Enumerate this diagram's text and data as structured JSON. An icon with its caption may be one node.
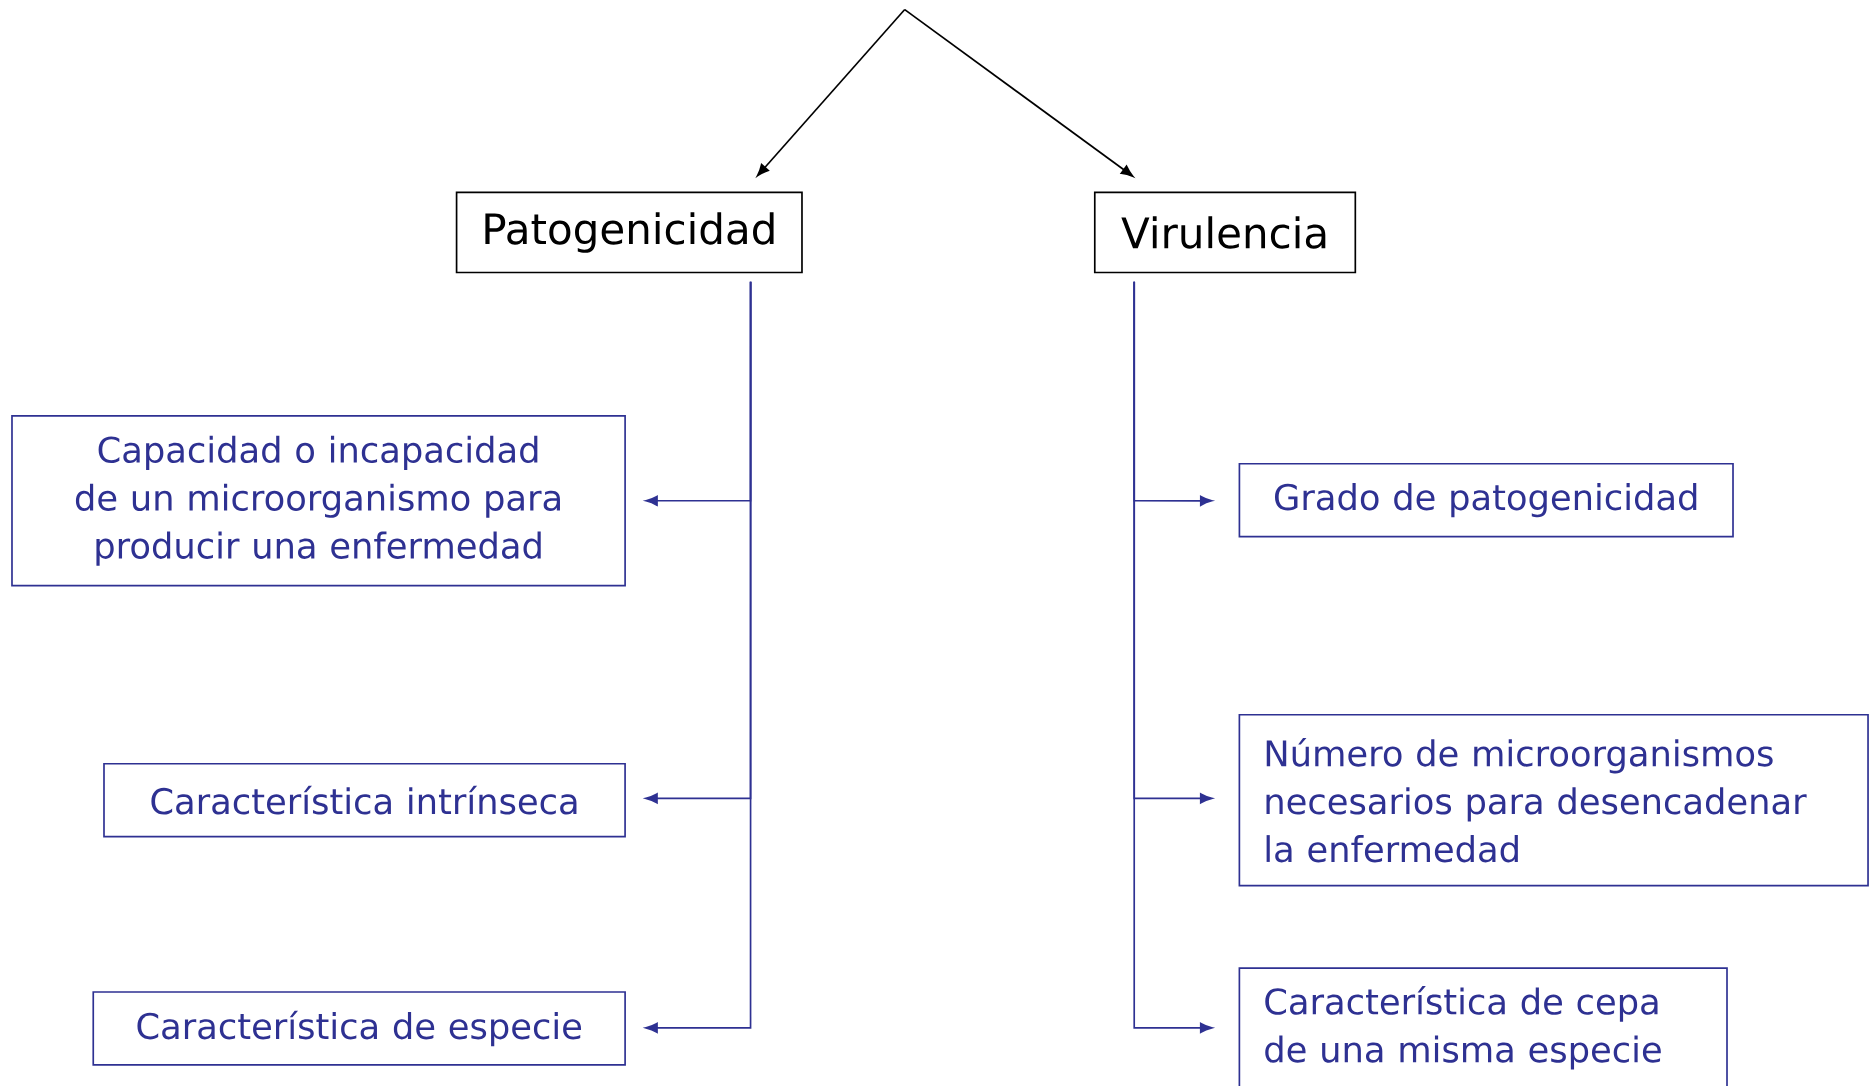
{
  "diagram": {
    "nodes": [
      {
        "text": [
          "Patogenicidad"
        ]
      },
      {
        "text": [
          "Virulencia"
        ]
      },
      {
        "text": [
          "Capacidad o incapacidad de un microorganismo para producir una enfermedad"
        ]
      },
      {
        "text": [
          "Característica intrínseca"
        ]
      },
      {
        "text": [
          "Característica de especie"
        ]
      },
      {
        "text": [
          "Grado de patogenicidad"
        ]
      },
      {
        "text": [
          "Número de microorganismos necesarios para desencadenar la enfermedad"
        ]
      },
      {
        "text": [
          "Característica de cepa de una misma especie"
        ]
      }
    ],
    "edges": [
      {
        "from": null,
        "to": 0,
        "arrow": "to",
        "color": "#000000"
      },
      {
        "from": null,
        "to": 1,
        "arrow": "to",
        "color": "#000000"
      },
      {
        "from": 0,
        "to": 2,
        "arrow": "to"
      },
      {
        "from": 0,
        "to": 3,
        "arrow": "to"
      },
      {
        "from": 0,
        "to": 4,
        "arrow": "to"
      },
      {
        "from": 1,
        "to": 5,
        "arrow": "to"
      },
      {
        "from": 1,
        "to": 6,
        "arrow": "to"
      },
      {
        "from": 1,
        "to": 7,
        "arrow": "to"
      }
    ]
  }
}
